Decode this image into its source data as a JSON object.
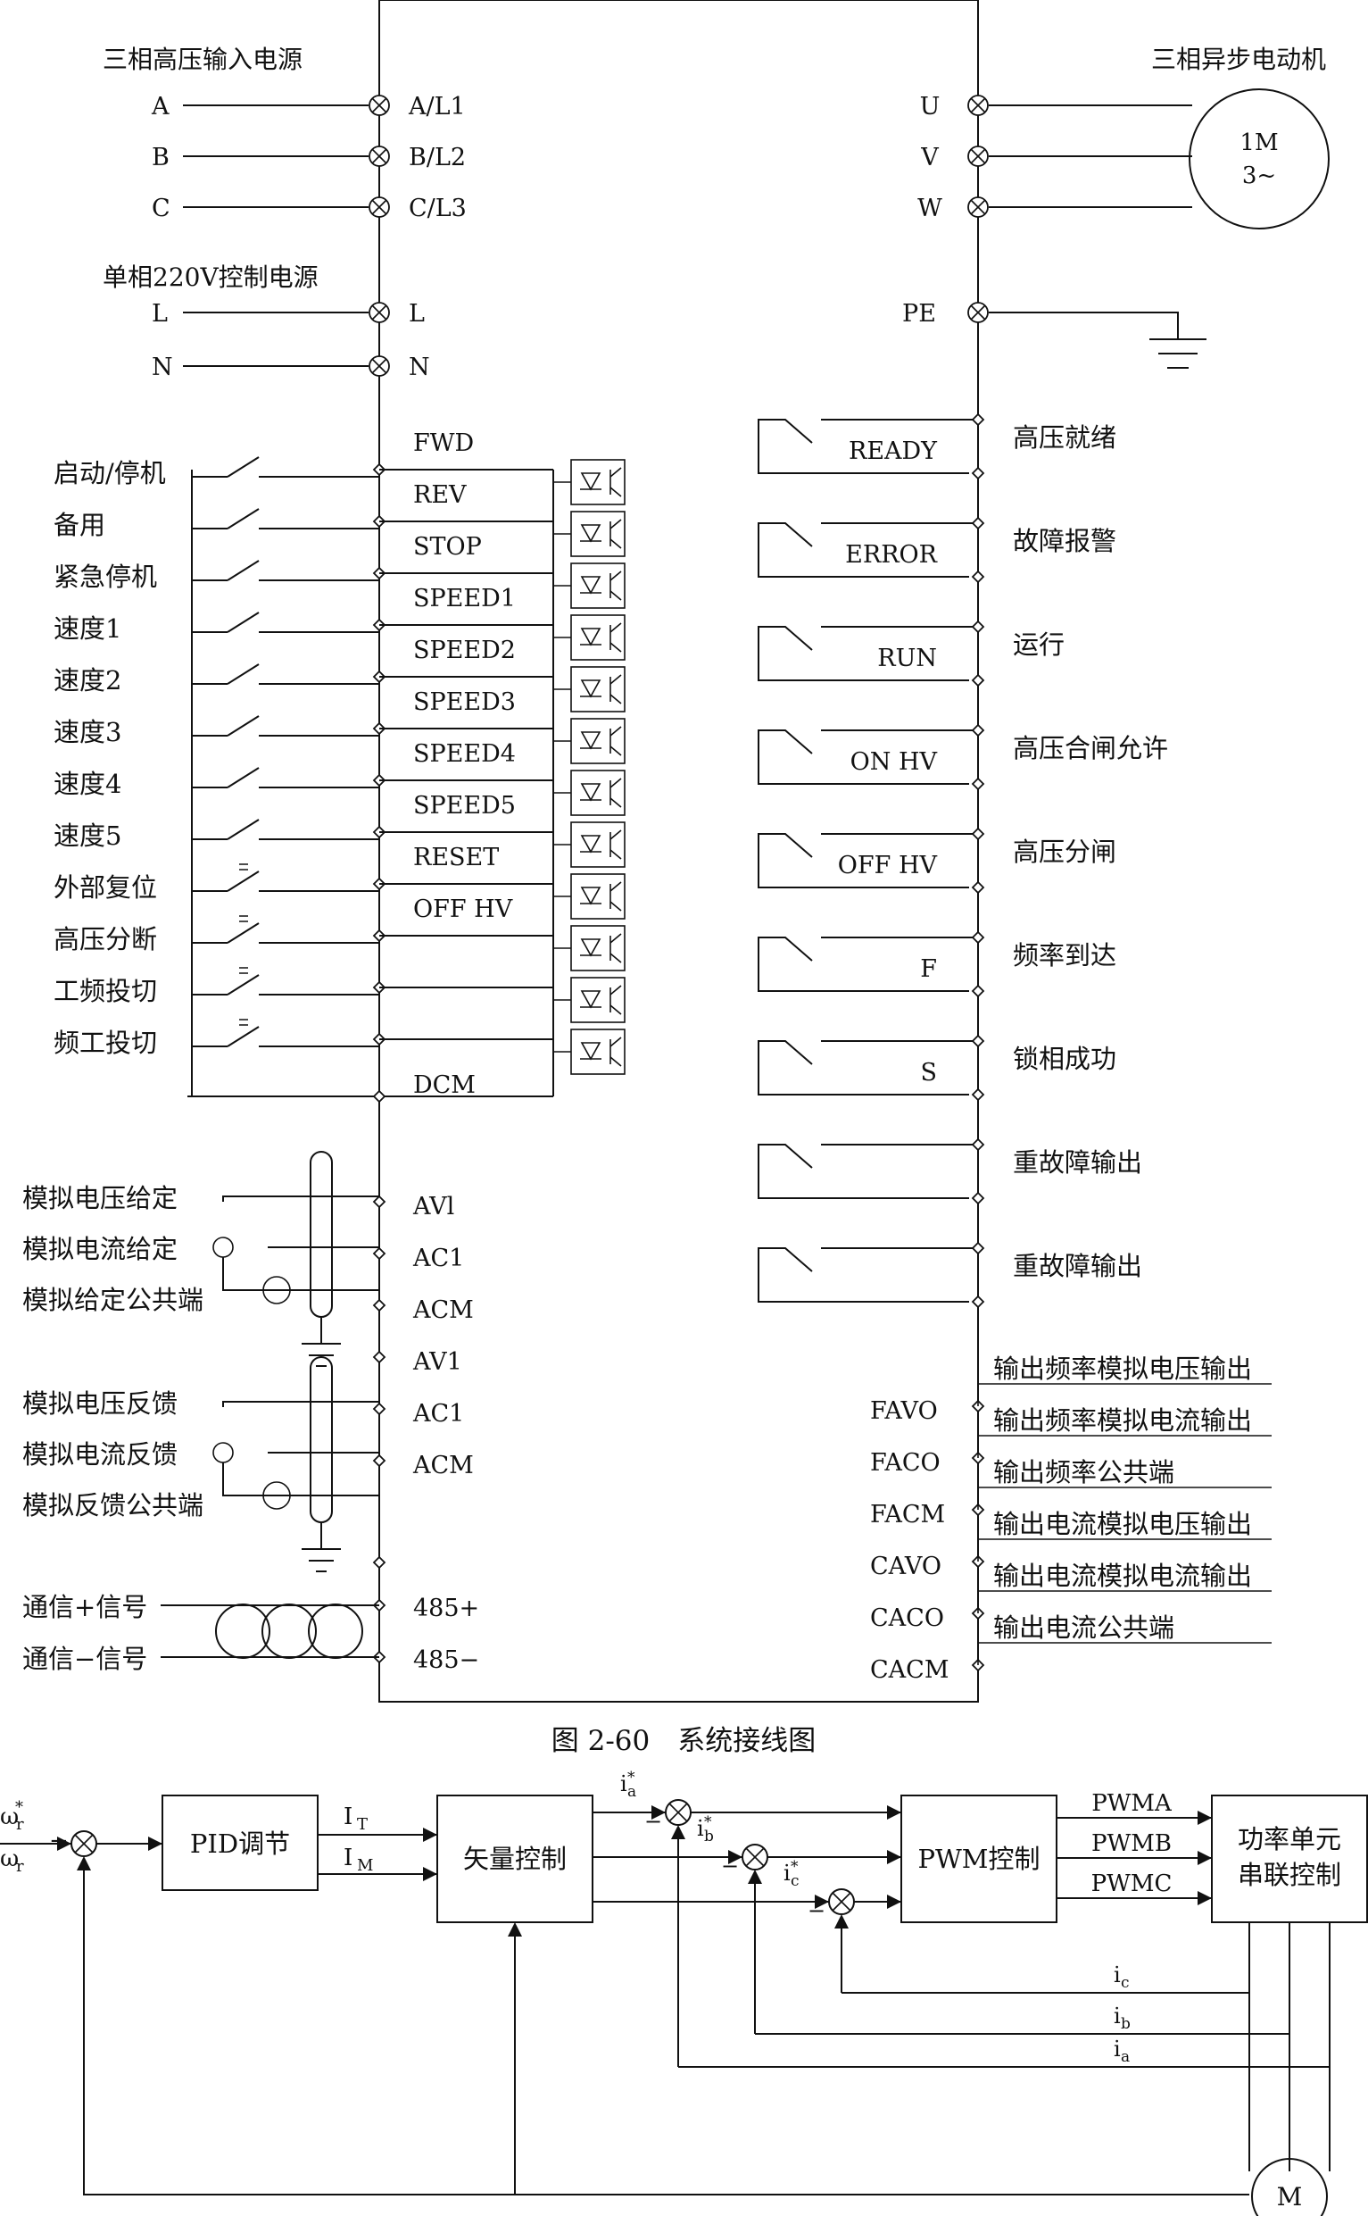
{
  "wiring": {
    "hv_input_title": "三相高压输入电源",
    "phases": [
      {
        "wire": "A",
        "term": "A/L1"
      },
      {
        "wire": "B",
        "term": "B/L2"
      },
      {
        "wire": "C",
        "term": "C/L3"
      }
    ],
    "ctrl_title": "单相220V控制电源",
    "ctrl": [
      {
        "wire": "L",
        "term": "L"
      },
      {
        "wire": "N",
        "term": "N"
      }
    ],
    "motor_title": "三相异步电动机",
    "motor_label_1": "1M",
    "motor_label_2": "3~",
    "outputs": [
      "U",
      "V",
      "W"
    ],
    "pe": "PE",
    "di_terms": [
      "FWD",
      "REV",
      "STOP",
      "SPEED1",
      "SPEED2",
      "SPEED3",
      "SPEED4",
      "SPEED5",
      "RESET",
      "OFF HV",
      "DCM"
    ],
    "di_labels": [
      "启动/停机",
      "备用",
      "紧急停机",
      "速度1",
      "速度2",
      "速度3",
      "速度4",
      "速度5",
      "外部复位",
      "高压分断",
      "工频投切",
      "频工投切"
    ],
    "relay_terms": [
      "READY",
      "ERROR",
      "RUN",
      "ON HV",
      "OFF HV",
      "F",
      "S",
      "",
      ""
    ],
    "relay_labels": [
      "高压就绪",
      "故障报警",
      "运行",
      "高压合闸允许",
      "高压分闸",
      "频率到达",
      "锁相成功",
      "重故障输出",
      "重故障输出"
    ],
    "analog_in_terms": [
      "AVl",
      "AC1",
      "ACM",
      "AV1",
      "AC1",
      "ACM"
    ],
    "analog_in_labels_1": [
      "模拟电压给定",
      "模拟电流给定",
      "模拟给定公共端"
    ],
    "analog_in_labels_2": [
      "模拟电压反馈",
      "模拟电流反馈",
      "模拟反馈公共端"
    ],
    "ao_terms": [
      "FAVO",
      "FACO",
      "FACM",
      "CAVO",
      "CACO",
      "CACM"
    ],
    "ao_labels": [
      "输出频率模拟电压输出",
      "输出频率模拟电流输出",
      "输出频率公共端",
      "输出电流模拟电压输出",
      "输出电流模拟电流输出",
      "输出电流公共端"
    ],
    "comm_terms": [
      "485+",
      "485−"
    ],
    "comm_labels": [
      "通信+信号",
      "通信−信号"
    ],
    "caption": "图 2-60　系统接线图"
  },
  "block": {
    "pid": "PID调节",
    "vector": "矢量控制",
    "pwm": "PWM控制",
    "power_1": "功率单元",
    "power_2": "串联控制",
    "pwm_signals": [
      "PWMA",
      "PWMB",
      "PWMC"
    ],
    "motor": "M",
    "it": "T",
    "im": "M",
    "feedback": [
      "c",
      "b",
      "a"
    ]
  }
}
